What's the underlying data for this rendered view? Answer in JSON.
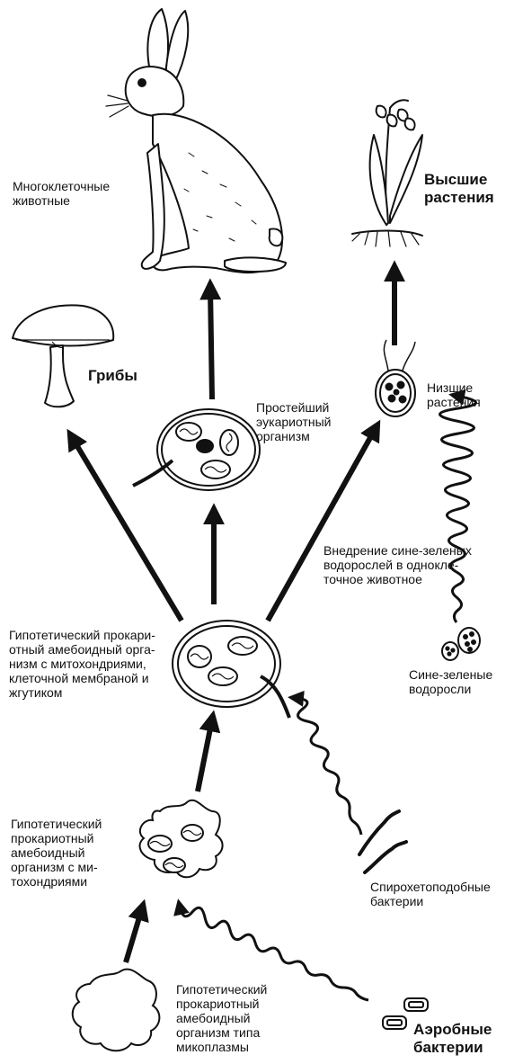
{
  "labels": {
    "multicellular_animals": "Многоклеточные\nживотные",
    "higher_plants": "Высшие\nрастения",
    "fungi": "Грибы",
    "protist_eukaryote": "Простейший\nэукариотный\nорганизм",
    "lower_plants": "Низшие\nрастения",
    "cyanobacteria_incorporation": "Внедрение сине-зеленых\nводорослей в однокле-\nточное животное",
    "hypothetical_with_membrane": "Гипотетический прокари-\nотный амебоидный орга-\nнизм с митохондриями,\nклеточной мембраной и\nжгутиком",
    "cyanobacteria": "Сине-зеленые\nводоросли",
    "hypothetical_with_mitochondria": "Гипотетический\nпрокариотный\nамебоидный\nорганизм с ми-\nтохондриями",
    "spirochete_bacteria": "Спирохетоподобные\nбактерии",
    "hypothetical_mycoplasma": "Гипотетический\nпрокариотный\nамебоидный\nорганизм типа\nмикоплазмы",
    "aerobic_bacteria": "Аэробные\nбактерии"
  }
}
